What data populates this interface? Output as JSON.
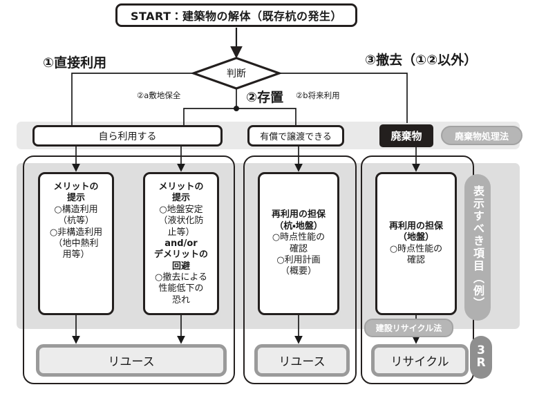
{
  "diagram": {
    "title_box": "START：建築物の解体（既存杭の発生）",
    "decision": "判断",
    "branches": {
      "left_label": "①直接利用",
      "center_label": "②存置",
      "right_label": "③撤去（①②以外）",
      "sub_a": "②a敷地保全",
      "sub_b": "②b将来利用"
    },
    "categories": [
      {
        "name": "自ら利用する"
      },
      {
        "name": "有償で譲渡できる"
      },
      {
        "name": "廃棄物"
      }
    ],
    "law_pills": {
      "waste_law": "廃棄物処理法",
      "construction_recycle_law": "建設リサイクル法"
    },
    "details": [
      {
        "heading": "メリットの\n提示",
        "body": "○構造利用\n（杭等）\n○非構造利用\n（地中熱利\n用等）"
      },
      {
        "heading": "メリットの\n提示",
        "body": "○地盤安定\n（液状化防\n止等）",
        "mid": "and/or",
        "heading2": "デメリットの\n回避",
        "body2": "○撤去による\n性能低下の\n恐れ"
      },
      {
        "heading": "再利用の担保\n（杭・地盤）",
        "body": "○時点性能の\n確認\n○利用計画\n（概要）"
      },
      {
        "heading": "再利用の担保\n（地盤）",
        "body": "○時点性能の\n確認"
      }
    ],
    "outcomes": [
      {
        "label": "リユース"
      },
      {
        "label": "リユース"
      },
      {
        "label": "リサイクル"
      }
    ],
    "side_label": "表示すべき項目（例）",
    "badge": {
      "line1": "3",
      "line2": "R"
    }
  },
  "colors": {
    "ink": "#231f1e",
    "band_light": "#e9e9e9",
    "band_mid": "#dedede",
    "pill_gray": "#b6b6b6",
    "outcome_border": "#9a9a9a",
    "outcome_fill": "#ececec",
    "badge_gray": "#8f8f8f"
  }
}
